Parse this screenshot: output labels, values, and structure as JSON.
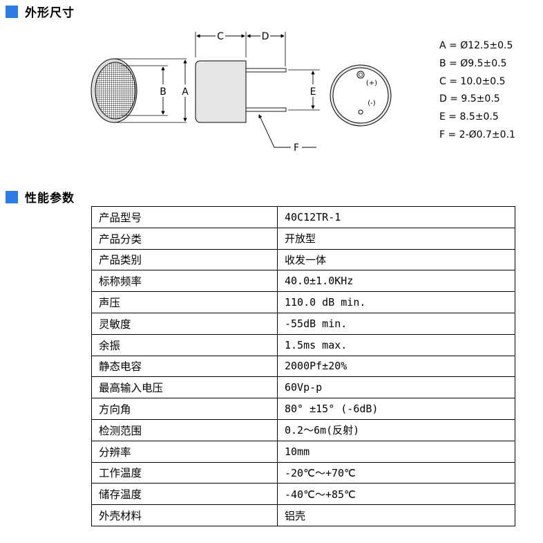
{
  "sections": {
    "dimensions_title": "外形尺寸",
    "performance_title": "性能参数"
  },
  "drawing": {
    "label_A": "A",
    "label_B": "B",
    "label_C": "C",
    "label_D": "D",
    "label_E": "E",
    "label_F": "F",
    "pos": "(+)",
    "neg": "(-)"
  },
  "specs": [
    "A = Ø12.5±0.5",
    "B = Ø9.5±0.5",
    "C = 10.0±0.5",
    "D = 9.5±0.5",
    "E = 8.5±0.5",
    "F = 2-Ø0.7±0.1"
  ],
  "table": [
    {
      "k": "产品型号",
      "v": "40C12TR-1"
    },
    {
      "k": "产品分类",
      "v": "开放型"
    },
    {
      "k": "产品类别",
      "v": "收发一体"
    },
    {
      "k": "标称频率",
      "v": "40.0±1.0KHz"
    },
    {
      "k": "声压",
      "v": "110.0 dB min."
    },
    {
      "k": "灵敏度",
      "v": "-55dB min."
    },
    {
      "k": "余振",
      "v": "1.5ms max."
    },
    {
      "k": "静态电容",
      "v": "2000Pf±20%"
    },
    {
      "k": "最高输入电压",
      "v": "60Vp-p"
    },
    {
      "k": "方向角",
      "v": "80° ±15° (-6dB)"
    },
    {
      "k": "检测范围",
      "v": "0.2～6m(反射)"
    },
    {
      "k": "分辨率",
      "v": "10mm"
    },
    {
      "k": "工作温度",
      "v": "-20℃～+70℃"
    },
    {
      "k": "储存温度",
      "v": "-40℃～+85℃"
    },
    {
      "k": "外壳材料",
      "v": "铝壳"
    }
  ]
}
